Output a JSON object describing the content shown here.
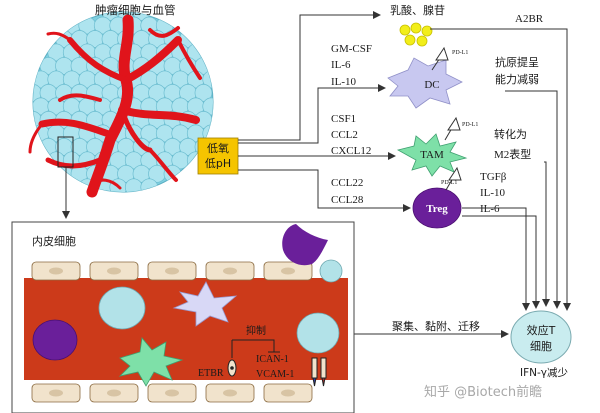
{
  "diagram": {
    "tumor_label": "肿瘤细胞与血管",
    "endothelium_label": "内皮细胞",
    "hypoxia_lines": [
      "低氧",
      "低pH"
    ],
    "metabolites_label": "乳酸、腺苷",
    "a2br_label": "A2BR",
    "dc": {
      "name": "DC",
      "ligand": "PD-L1",
      "signals": [
        "GM-CSF",
        "IL-6",
        "IL-10"
      ],
      "effect": [
        "抗原提呈",
        "能力减弱"
      ]
    },
    "tam": {
      "name": "TAM",
      "ligand": "PD-L1",
      "signals": [
        "CSF1",
        "CCL2",
        "CXCL12"
      ],
      "effect": [
        "转化为",
        "M2表型"
      ]
    },
    "treg": {
      "name": "Treg",
      "ligand": "PD-L1",
      "signals": [
        "CCL22",
        "CCL28"
      ],
      "effect": [
        "TGFβ",
        "IL-10",
        "IL-6"
      ]
    },
    "inhibit_label": "抑制",
    "etbr_label": "ETBR",
    "icam_label": "ICAN-1",
    "vcam_label": "VCAM-1",
    "migration_label": "聚集、黏附、迁移",
    "effector_t": [
      "效应T",
      "细胞"
    ],
    "ifn_label": "IFN-γ减少",
    "watermark": "知乎 @Biotech前瞻"
  },
  "colors": {
    "tumor_cell": "#aee4ef",
    "vessel": "#e0141b",
    "hypoxia_box": "#f5c400",
    "endothelium_bg": "#cc3a1a",
    "endothelial_cell": "#f1e3cc",
    "dc_cell": "#c8c8f0",
    "tam_cell": "#7ee0a8",
    "treg_cell": "#6a1f9a",
    "metabolite": "#f2ee1a",
    "effector_t_cell": "#c9ecef"
  }
}
